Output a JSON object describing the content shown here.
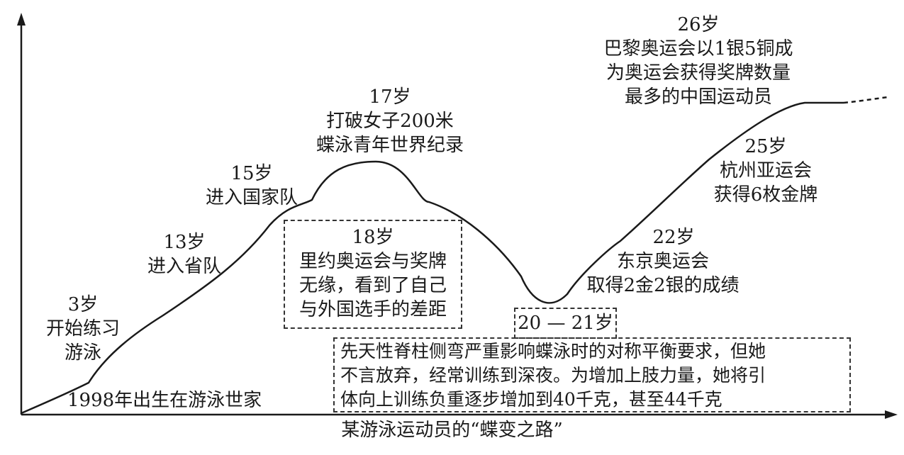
{
  "caption": "某游泳运动员的“蝶变之路”",
  "annotations": {
    "birth": {
      "lines": [
        "1998年出生在游泳世家"
      ]
    },
    "age3": {
      "lines": [
        "3岁",
        "开始练习",
        "游泳"
      ]
    },
    "age13": {
      "lines": [
        "13岁",
        "进入省队"
      ]
    },
    "age15": {
      "lines": [
        "15岁",
        "进入国家队"
      ]
    },
    "age17": {
      "lines": [
        "17岁",
        "打破女子200米",
        "蝶泳青年世界纪录"
      ]
    },
    "age18": {
      "lines": [
        "18岁",
        "里约奥运会与奖牌",
        "无缘，看到了自己",
        "与外国选手的差距"
      ]
    },
    "age20_21": {
      "lines": [
        "20 — 21岁"
      ]
    },
    "age20_21_detail": {
      "lines": [
        "先天性脊柱侧弯严重影响蝶泳时的对称平衡要求，但她",
        "不言放弃，经常训练到深夜。为增加上肢力量，她将引",
        "体向上训练负重逐步增加到40千克，甚至44千克"
      ]
    },
    "age22": {
      "lines": [
        "22岁",
        "东京奥运会",
        "取得2金2银的成绩"
      ]
    },
    "age25": {
      "lines": [
        "25岁",
        "杭州亚运会",
        "获得6枚金牌"
      ]
    },
    "age26": {
      "lines": [
        "26岁",
        "巴黎奥运会以1银5铜成",
        "为奥运会获得奖牌数量",
        "最多的中国运动员"
      ]
    }
  }
}
